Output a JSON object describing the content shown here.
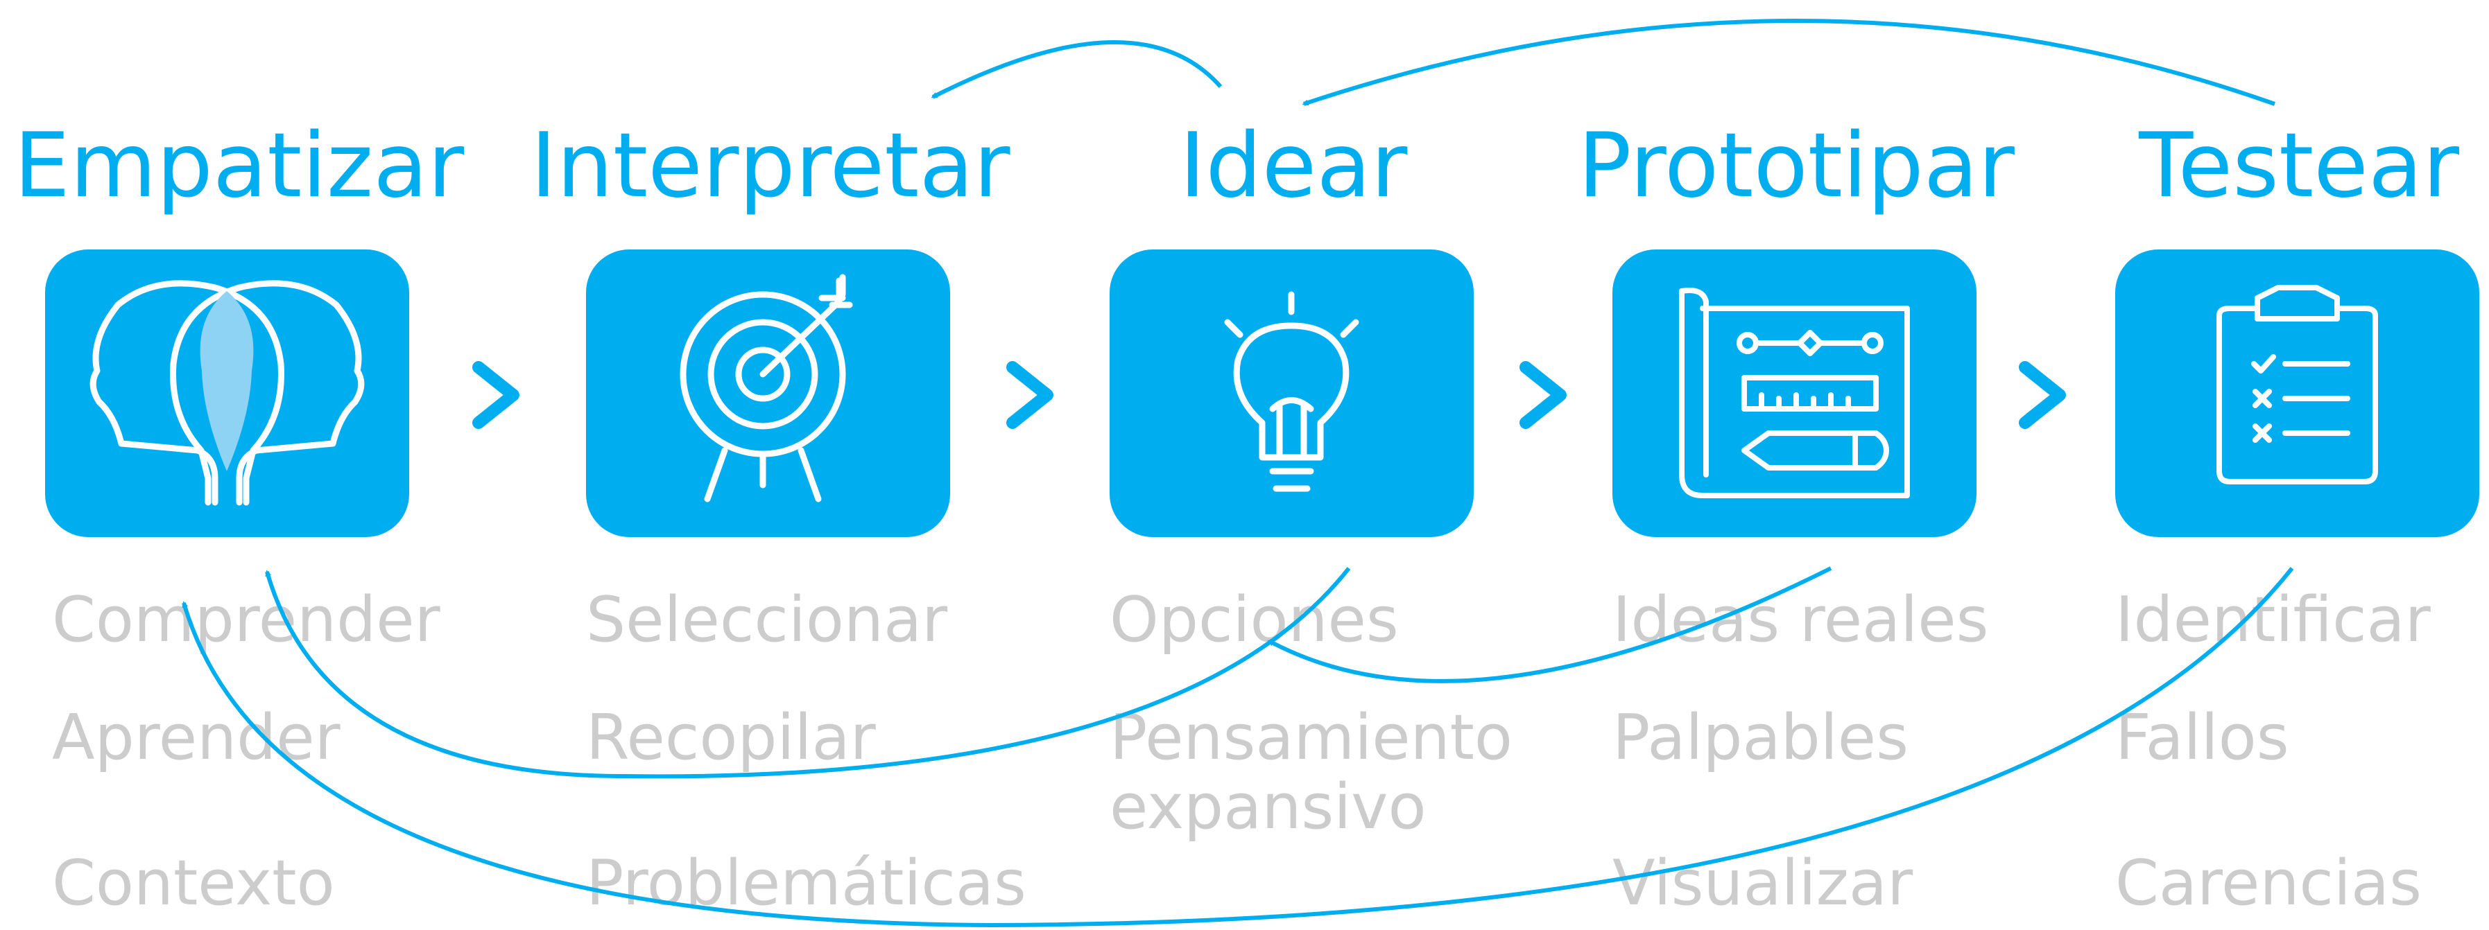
{
  "colors": {
    "accent": "#00AEEF",
    "muted_text": "#CCCCCC",
    "icon_stroke": "#FFFFFF",
    "face_fill": "#8FD3F4"
  },
  "stages": [
    {
      "title": "Empatizar",
      "icon": "two-heads-icon",
      "words": [
        "Comprender",
        "Aprender",
        "Contexto"
      ]
    },
    {
      "title": "Interpretar",
      "icon": "target-arrow-icon",
      "words": [
        "Seleccionar",
        "Recopilar",
        "Problemáticas"
      ]
    },
    {
      "title": "Idear",
      "icon": "lightbulb-icon",
      "words": [
        "Opciones",
        "Pensamiento",
        "expansivo"
      ]
    },
    {
      "title": "Prototipar",
      "icon": "blueprint-pencil-icon",
      "words": [
        "Ideas reales",
        "Palpables",
        "Visualizar"
      ]
    },
    {
      "title": "Testear",
      "icon": "clipboard-checklist-icon",
      "words": [
        "Identificar",
        "Fallos",
        "Carencias"
      ]
    }
  ]
}
